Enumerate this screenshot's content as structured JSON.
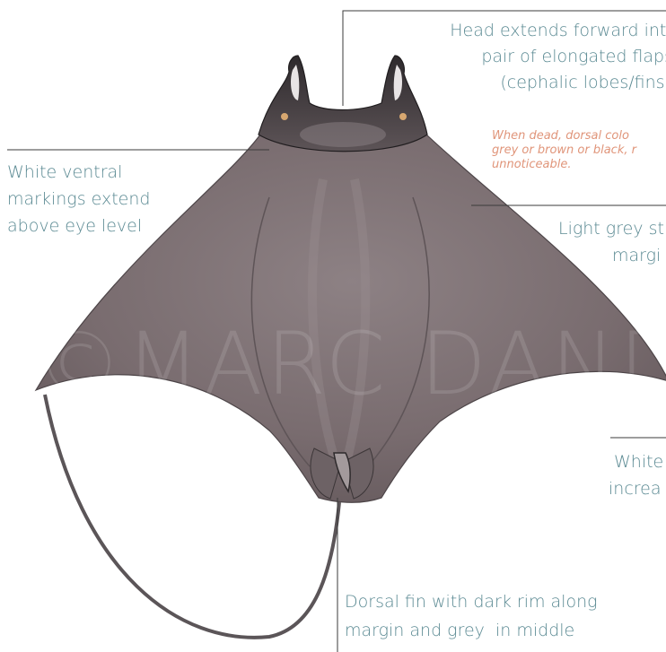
{
  "colors": {
    "label_text": "#5b8a93",
    "note_text": "#e0957a",
    "ray_body": "#7d7073",
    "ray_dark": "#3e3a3d",
    "leader_line": "#3b3b3b"
  },
  "labels": {
    "head_lobes": {
      "line1": "Head extends forward into",
      "line2": "pair of elongated flaps",
      "line3": "(cephalic lobes/fins)"
    },
    "dead_colour_note": {
      "line1": "When dead, dorsal colo",
      "line2": "grey or brown or black, r",
      "line3": "unnoticeable."
    },
    "ventral_markings": {
      "line1": "White ventral",
      "line2": "markings extend",
      "line3": "above eye level"
    },
    "light_grey_stripe": {
      "line1": "Light grey str",
      "line2": "margi"
    },
    "white_tip": {
      "line1": "White",
      "line2": "increa"
    },
    "dorsal_fin": {
      "line1": "Dorsal fin with dark rim along",
      "line2": "margin and grey  in middle"
    }
  },
  "watermark": "©MARC DANDO"
}
